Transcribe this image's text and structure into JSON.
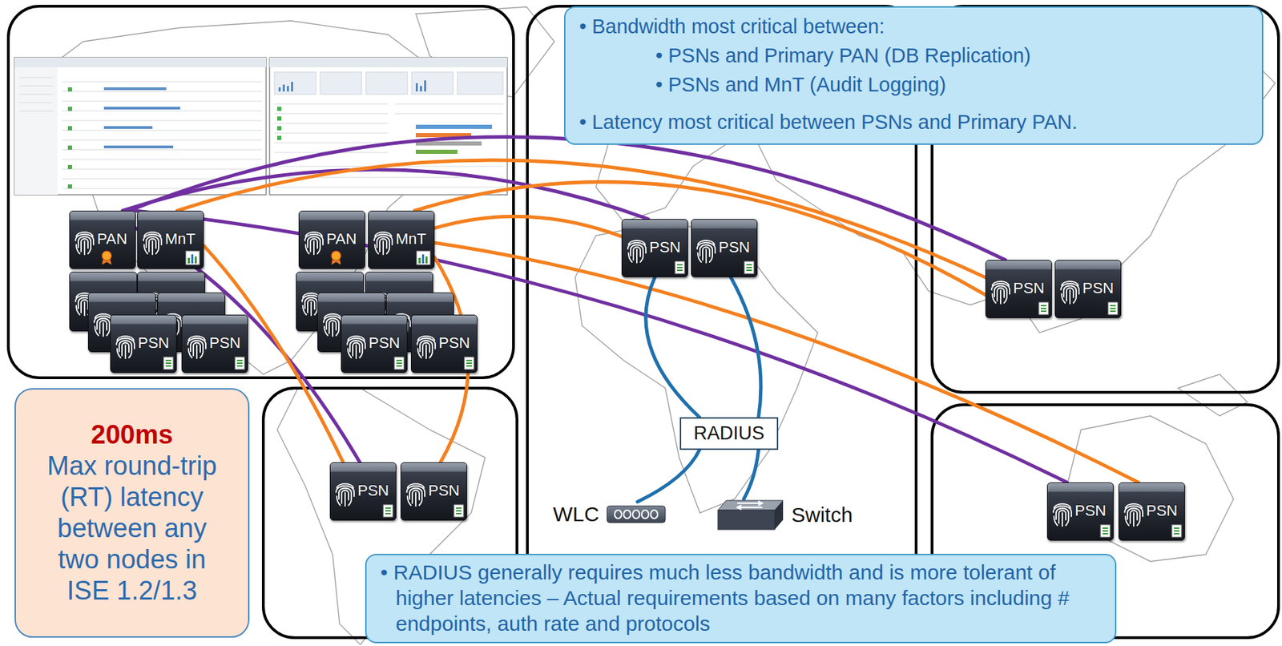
{
  "diagram": {
    "nodes": [
      {
        "text": [
          "PAN"
        ]
      },
      {
        "text": [
          "MnT"
        ]
      },
      {
        "text": [
          "PAN"
        ]
      },
      {
        "text": [
          "MnT"
        ]
      },
      {
        "text": [
          "PSN"
        ]
      },
      {
        "text": [
          "PSN"
        ]
      },
      {
        "text": [
          "PSN"
        ]
      },
      {
        "text": [
          "PSN"
        ]
      },
      {
        "text": [
          "• Bandwidth most critical between:",
          "• PSNs and Primary PAN (DB Replication)",
          "• PSNs and MnT (Audit Logging)",
          "• Latency most critical between PSNs and Primary PAN."
        ]
      },
      {
        "text": [
          "PSN"
        ]
      },
      {
        "text": [
          "PSN"
        ]
      },
      {
        "text": [
          "PSN"
        ]
      },
      {
        "text": [
          "PSN"
        ]
      },
      {
        "text": [
          "200ms",
          "Max round-trip (RT) latency between any two nodes in ISE 1.2/1.3"
        ]
      },
      {
        "text": [
          "RADIUS"
        ]
      },
      {
        "text": [
          "PSN"
        ]
      },
      {
        "text": [
          "PSN"
        ]
      },
      {
        "text": [
          "WLC"
        ]
      },
      {
        "text": [
          "Switch"
        ]
      },
      {
        "text": [
          "PSN"
        ]
      },
      {
        "text": [
          "PSN"
        ]
      },
      {
        "text": [
          "• RADIUS generally requires much less bandwidth and is more tolerant of higher latencies – Actual requirements based on many factors including # endpoints, auth rate and protocols"
        ]
      }
    ],
    "edges": [
      {
        "from": 0,
        "to": 9,
        "arrow": "none"
      },
      {
        "from": 0,
        "to": 11,
        "arrow": "none"
      },
      {
        "from": 0,
        "to": 15,
        "arrow": "none"
      },
      {
        "from": 0,
        "to": 19,
        "arrow": "none"
      },
      {
        "from": 1,
        "to": 11,
        "arrow": "none"
      },
      {
        "from": 1,
        "to": 15,
        "arrow": "none"
      },
      {
        "from": 3,
        "to": 9,
        "arrow": "none"
      },
      {
        "from": 3,
        "to": 11,
        "arrow": "none"
      },
      {
        "from": 3,
        "to": 16,
        "arrow": "none"
      },
      {
        "from": 3,
        "to": 20,
        "arrow": "none"
      },
      {
        "from": 9,
        "to": 14,
        "arrow": "none"
      },
      {
        "from": 10,
        "to": 14,
        "arrow": "none"
      },
      {
        "from": 14,
        "to": 17,
        "arrow": "none"
      },
      {
        "from": 14,
        "to": 18,
        "arrow": "none"
      }
    ]
  }
}
